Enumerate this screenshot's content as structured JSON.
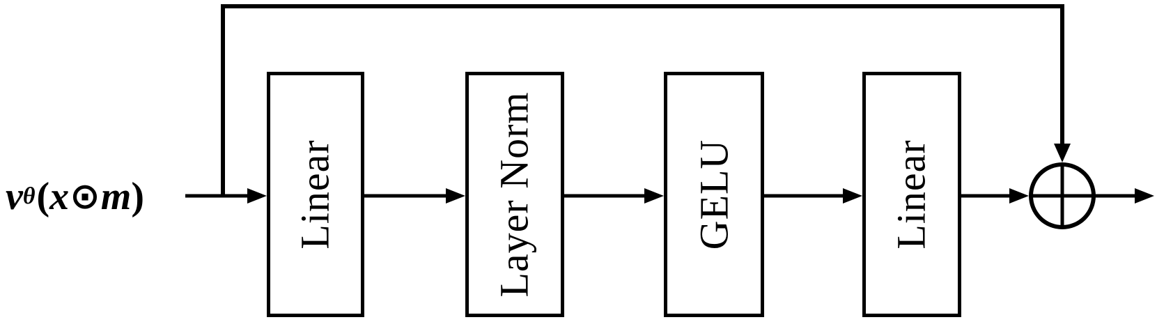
{
  "diagram": {
    "type": "neural-network-block-diagram",
    "colors": {
      "stroke": "#000000",
      "background": "#ffffff",
      "box_fill": "#ffffff"
    }
  },
  "input_label": {
    "variable": "v",
    "subscript": "θ",
    "paren_open": "(",
    "arg_x": "x",
    "operator_odot": "⊙",
    "arg_m": "m",
    "paren_close": ")"
  },
  "blocks": [
    {
      "label": "Linear"
    },
    {
      "label": "Layer Norm"
    },
    {
      "label": "GELU"
    },
    {
      "label": "Linear"
    }
  ],
  "sum_node": {
    "icon": "circle-plus",
    "symbol": "⊕"
  }
}
